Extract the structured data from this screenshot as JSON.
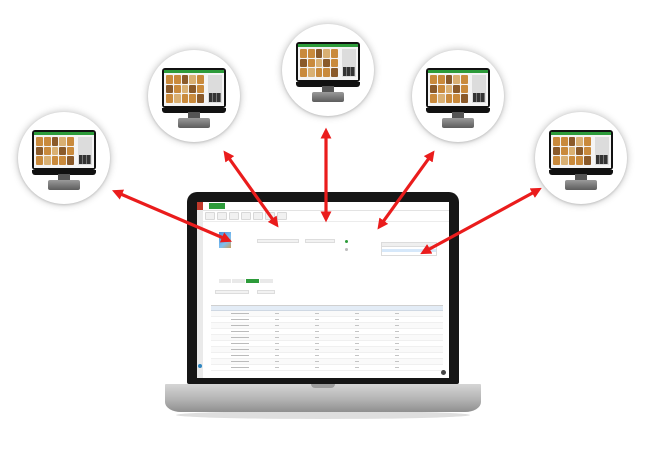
{
  "diagram": {
    "description": "",
    "colors": {
      "arrow": "#ea1c1c",
      "accent_green": "#2d9b3a",
      "laptop_bezel": "#161616",
      "terminal_node_bg": "#ffffff"
    },
    "terminals": [
      {
        "id": "far-left",
        "icon": "pos-terminal-icon"
      },
      {
        "id": "mid-left",
        "icon": "pos-terminal-icon"
      },
      {
        "id": "center",
        "icon": "pos-terminal-icon"
      },
      {
        "id": "mid-right",
        "icon": "pos-terminal-icon"
      },
      {
        "id": "far-right",
        "icon": "pos-terminal-icon"
      }
    ],
    "hub": {
      "icon": "laptop-icon"
    },
    "connections": [
      {
        "from": "hub",
        "to": "far-left",
        "style": "double-headed-arrow"
      },
      {
        "from": "hub",
        "to": "mid-left",
        "style": "double-headed-arrow"
      },
      {
        "from": "hub",
        "to": "center",
        "style": "double-headed-arrow"
      },
      {
        "from": "hub",
        "to": "mid-right",
        "style": "double-headed-arrow"
      },
      {
        "from": "hub",
        "to": "far-right",
        "style": "double-headed-arrow"
      }
    ]
  }
}
